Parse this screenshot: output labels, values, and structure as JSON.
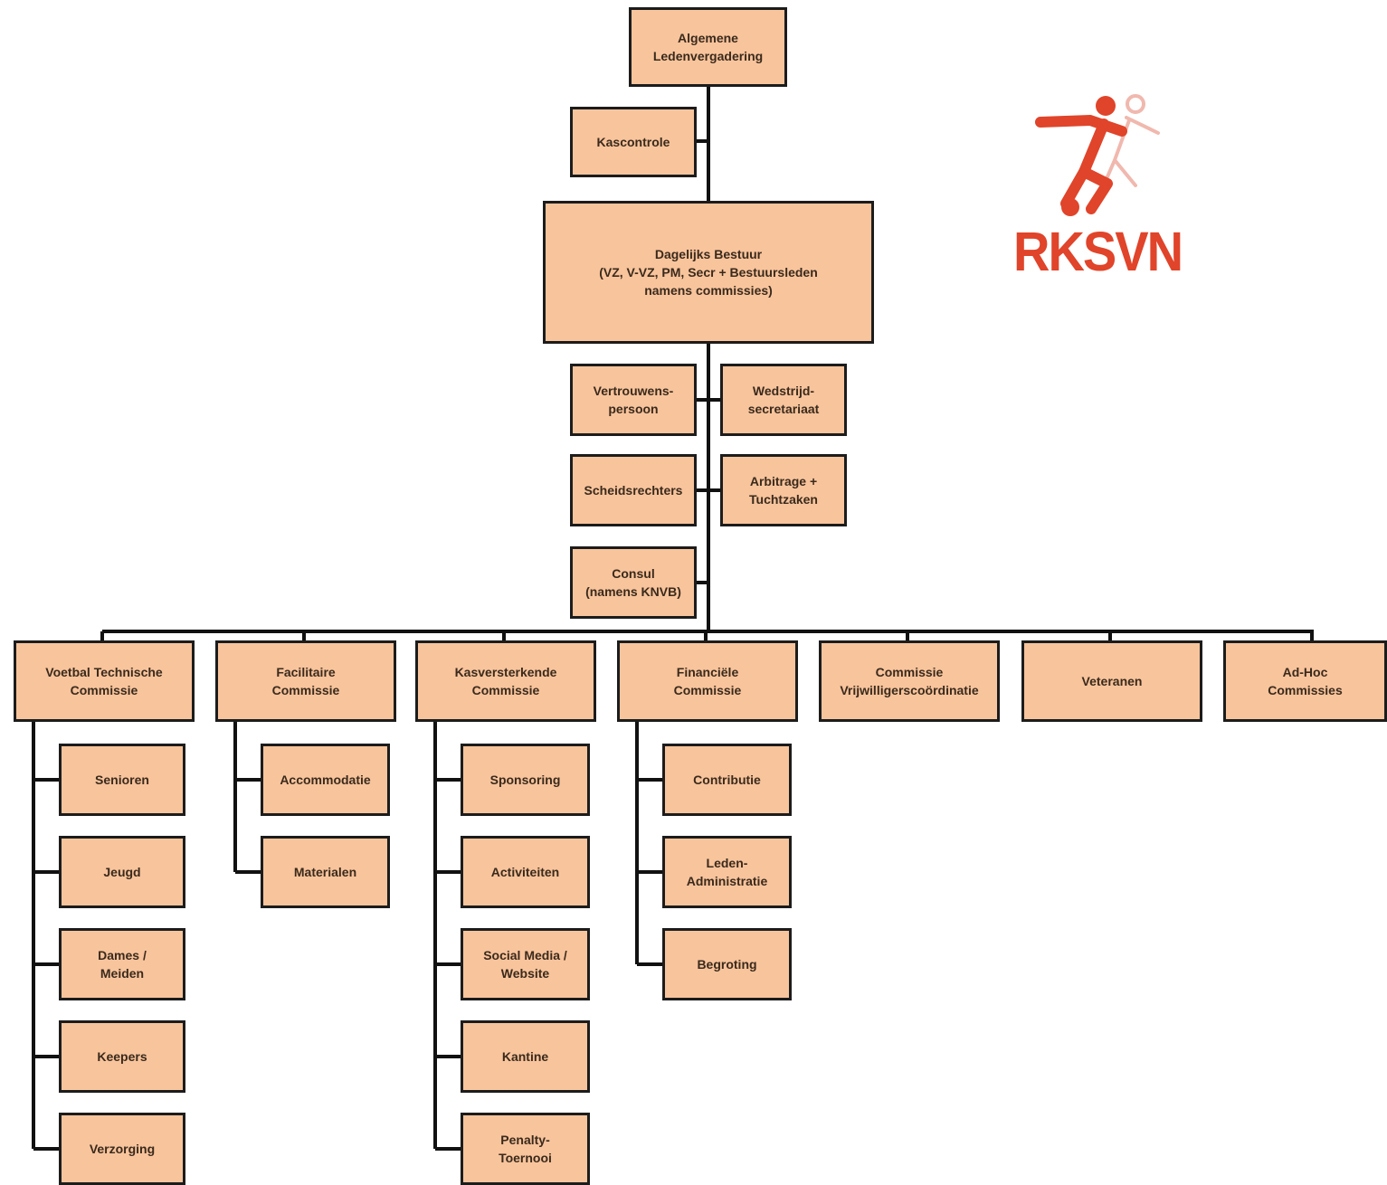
{
  "logo": {
    "text": "RKSVN",
    "icon": "soccer-player-icon",
    "color": "#e0442a"
  },
  "top": {
    "algemene": [
      "Algemene",
      "Ledenvergadering"
    ],
    "kascontrole": [
      "Kascontrole"
    ],
    "bestuur": [
      "Dagelijks Bestuur",
      "(VZ, V-VZ, PM, Secr + Bestuursleden",
      "namens commissies)"
    ]
  },
  "support": {
    "vertrouwenspersoon": [
      "Vertrouwens-",
      "persoon"
    ],
    "wedstrijdsecretariaat": [
      "Wedstrijd-",
      "secretariaat"
    ],
    "scheidsrechters": [
      "Scheidsrechters"
    ],
    "arbitrage": [
      "Arbitrage +",
      "Tuchtzaken"
    ],
    "consul": [
      "Consul",
      "(namens KNVB)"
    ]
  },
  "commissions": [
    {
      "title": [
        "Voetbal Technische",
        "Commissie"
      ],
      "children": [
        [
          "Senioren"
        ],
        [
          "Jeugd"
        ],
        [
          "Dames /",
          "Meiden"
        ],
        [
          "Keepers"
        ],
        [
          "Verzorging"
        ]
      ]
    },
    {
      "title": [
        "Facilitaire",
        "Commissie"
      ],
      "children": [
        [
          "Accommodatie"
        ],
        [
          "Materialen"
        ]
      ]
    },
    {
      "title": [
        "Kasversterkende",
        "Commissie"
      ],
      "children": [
        [
          "Sponsoring"
        ],
        [
          "Activiteiten"
        ],
        [
          "Social Media /",
          "Website"
        ],
        [
          "Kantine"
        ],
        [
          "Penalty-",
          "Toernooi"
        ]
      ]
    },
    {
      "title": [
        "Financiële",
        "Commissie"
      ],
      "children": [
        [
          "Contributie"
        ],
        [
          "Leden-",
          "Administratie"
        ],
        [
          "Begroting"
        ]
      ]
    },
    {
      "title": [
        "Commissie",
        "Vrijwilligerscoördinatie"
      ],
      "children": []
    },
    {
      "title": [
        "Veteranen"
      ],
      "children": []
    },
    {
      "title": [
        "Ad-Hoc",
        "Commissies"
      ],
      "children": []
    }
  ],
  "colors": {
    "box_fill": "#f8c49c",
    "border": "#1c1c1c",
    "line": "#111111"
  }
}
